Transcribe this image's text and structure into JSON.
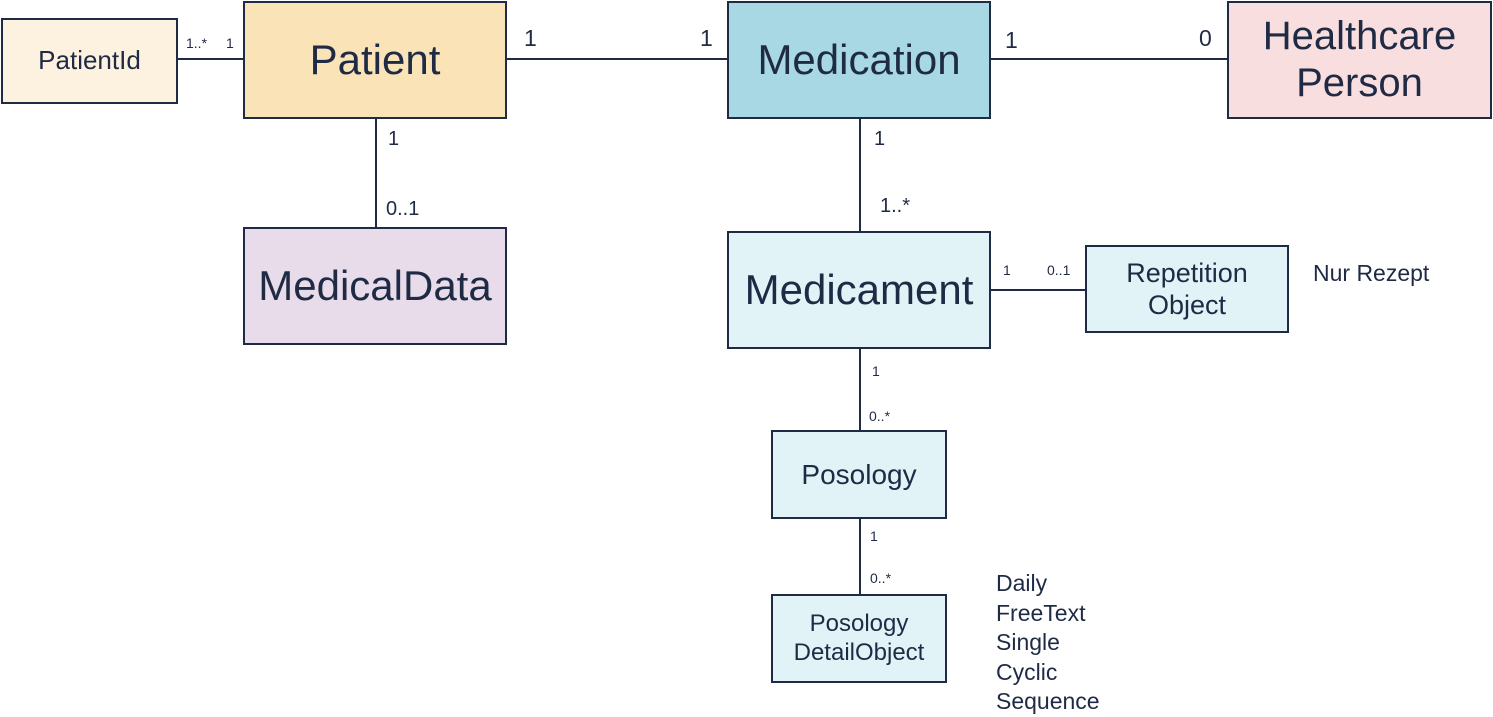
{
  "entities": {
    "patient_id": "PatientId",
    "patient": "Patient",
    "medication": "Medication",
    "healthcare_person": "Healthcare\nPerson",
    "medical_data": "MedicalData",
    "medicament": "Medicament",
    "repetition_object": "Repetition\nObject",
    "posology": "Posology",
    "posology_detail_object": "Posology\nDetailObject"
  },
  "multiplicities": {
    "patientid_patient_left": "1..*",
    "patientid_patient_right": "1",
    "patient_medication_left": "1",
    "patient_medication_right": "1",
    "medication_hcp_left": "1",
    "medication_hcp_right": "0",
    "patient_medicaldata_top": "1",
    "patient_medicaldata_bottom": "0..1",
    "medication_medicament_top": "1",
    "medication_medicament_bottom": "1..*",
    "medicament_repetition_left": "1",
    "medicament_repetition_right": "0..1",
    "medicament_posology_top": "1",
    "medicament_posology_bottom": "0..*",
    "posology_detail_top": "1",
    "posology_detail_bottom": "0..*"
  },
  "notes": {
    "repetition_note": "Nur Rezept",
    "detail_types": [
      "Daily",
      "FreeText",
      "Single",
      "Cyclic",
      "Sequence"
    ]
  }
}
